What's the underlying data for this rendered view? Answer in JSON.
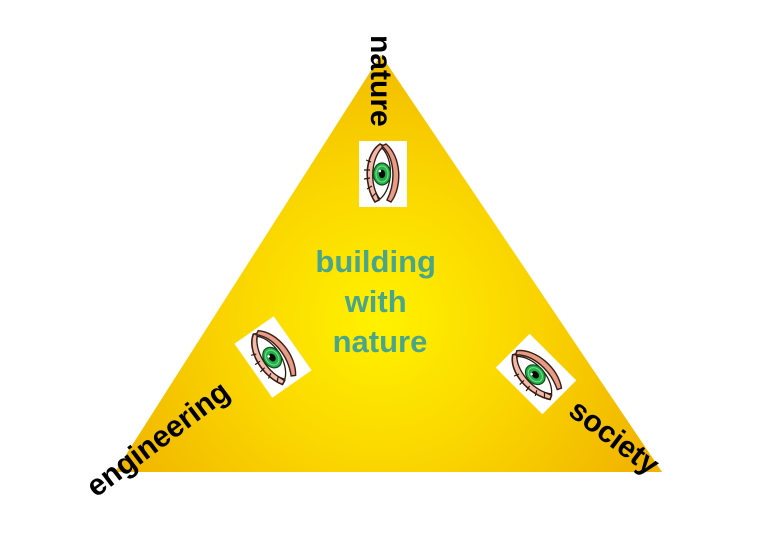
{
  "center": {
    "lines": [
      "building",
      "with",
      "nature"
    ]
  },
  "vertices": {
    "top": "nature",
    "left": "engineering",
    "right": "society"
  },
  "icons": {
    "top": "eye-icon",
    "left": "eye-icon",
    "right": "eye-icon"
  },
  "colors": {
    "triangle_center": "#fff200",
    "triangle_edge": "#f0b400",
    "center_text": "#4aa58a",
    "vertex_text": "#000000"
  }
}
